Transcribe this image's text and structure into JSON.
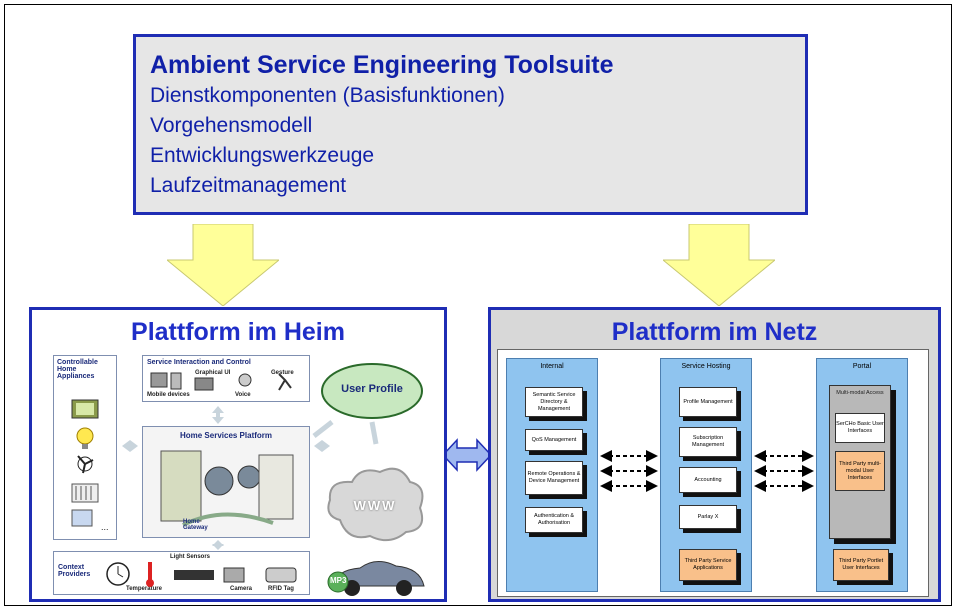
{
  "toolsuite": {
    "title": "Ambient Service Engineering Toolsuite",
    "lines": [
      "Dienstkomponenten (Basisfunktionen)",
      "Vorgehensmodell",
      "Entwicklungswerkzeuge",
      "Laufzeitmanagement"
    ]
  },
  "heim": {
    "title": "Plattform im Heim",
    "appliances_title": "Controllable Home Appliances",
    "service_interaction_title": "Service Interaction and Control",
    "graphical_ui": "Graphical UI",
    "gesture": "Gesture",
    "mobile_devices": "Mobile devices",
    "voice": "Voice",
    "user_profile": "User Profile",
    "platform_title": "Home Services Platform",
    "home_gateway": "Home Gateway",
    "www": "WWW",
    "context_providers": "Context Providers",
    "light_sensors": "Light Sensors",
    "temperature": "Temperature",
    "camera": "Camera",
    "rfid_tag": "RFID Tag",
    "ellipsis": "...",
    "mp3": "MP3"
  },
  "netz": {
    "title": "Plattform im Netz",
    "columns": {
      "internal": {
        "title": "Internal",
        "items": [
          "Semantic Service Directory & Management",
          "QoS Management",
          "Remote Operations & Device Management",
          "Authentication & Authorisation"
        ]
      },
      "hosting": {
        "title": "Service Hosting",
        "items": [
          "Profile Management",
          "Subscription Management",
          "Accounting",
          "Parlay X"
        ],
        "third_party": "Third Party Service Applications"
      },
      "portal": {
        "title": "Portal",
        "multimodal": "Multi-modal Access",
        "basic_ui": "SerCHo Basic User Interfaces",
        "third_party_mm": "Third Party multi-modal User Interfaces",
        "third_party_portlet": "Third Party Portlet User Interfaces"
      }
    }
  },
  "colors": {
    "accent_blue": "#1f2db4",
    "arrow_yellow": "#ffff99",
    "column_blue": "#8fc4ef",
    "orange_box": "#f9c08a"
  }
}
